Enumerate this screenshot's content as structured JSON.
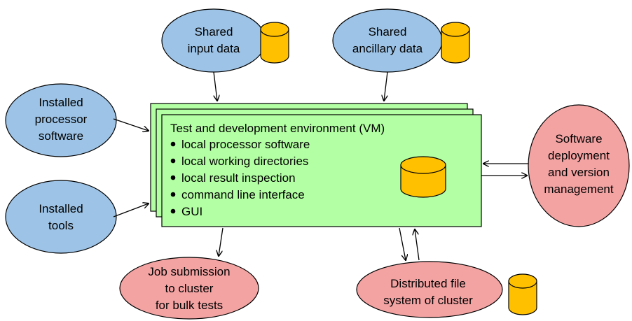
{
  "nodes": {
    "shared_input": {
      "lines": [
        "Shared",
        "input data"
      ]
    },
    "shared_ancillary": {
      "lines": [
        "Shared",
        "ancillary data"
      ]
    },
    "installed_processor": {
      "lines": [
        "Installed",
        "processor",
        "software"
      ]
    },
    "installed_tools": {
      "lines": [
        "Installed",
        "tools"
      ]
    },
    "software_deployment": {
      "lines": [
        "Software",
        "deployment",
        "and version",
        "management"
      ]
    },
    "job_submission": {
      "lines": [
        "Job submission",
        "to cluster",
        "for bulk tests"
      ]
    },
    "distributed_fs": {
      "lines": [
        "Distributed file",
        "system of cluster"
      ]
    }
  },
  "main_box": {
    "title": "Test and development environment (VM)",
    "bullets": [
      "local processor software",
      "local working directories",
      "local result inspection",
      "command line interface",
      "GUI"
    ]
  },
  "colors": {
    "blue_ellipse": "#9DC3E6",
    "red_ellipse": "#F4A3A3",
    "green_box": "#B3FFA3",
    "cylinder": "#FFC000"
  }
}
